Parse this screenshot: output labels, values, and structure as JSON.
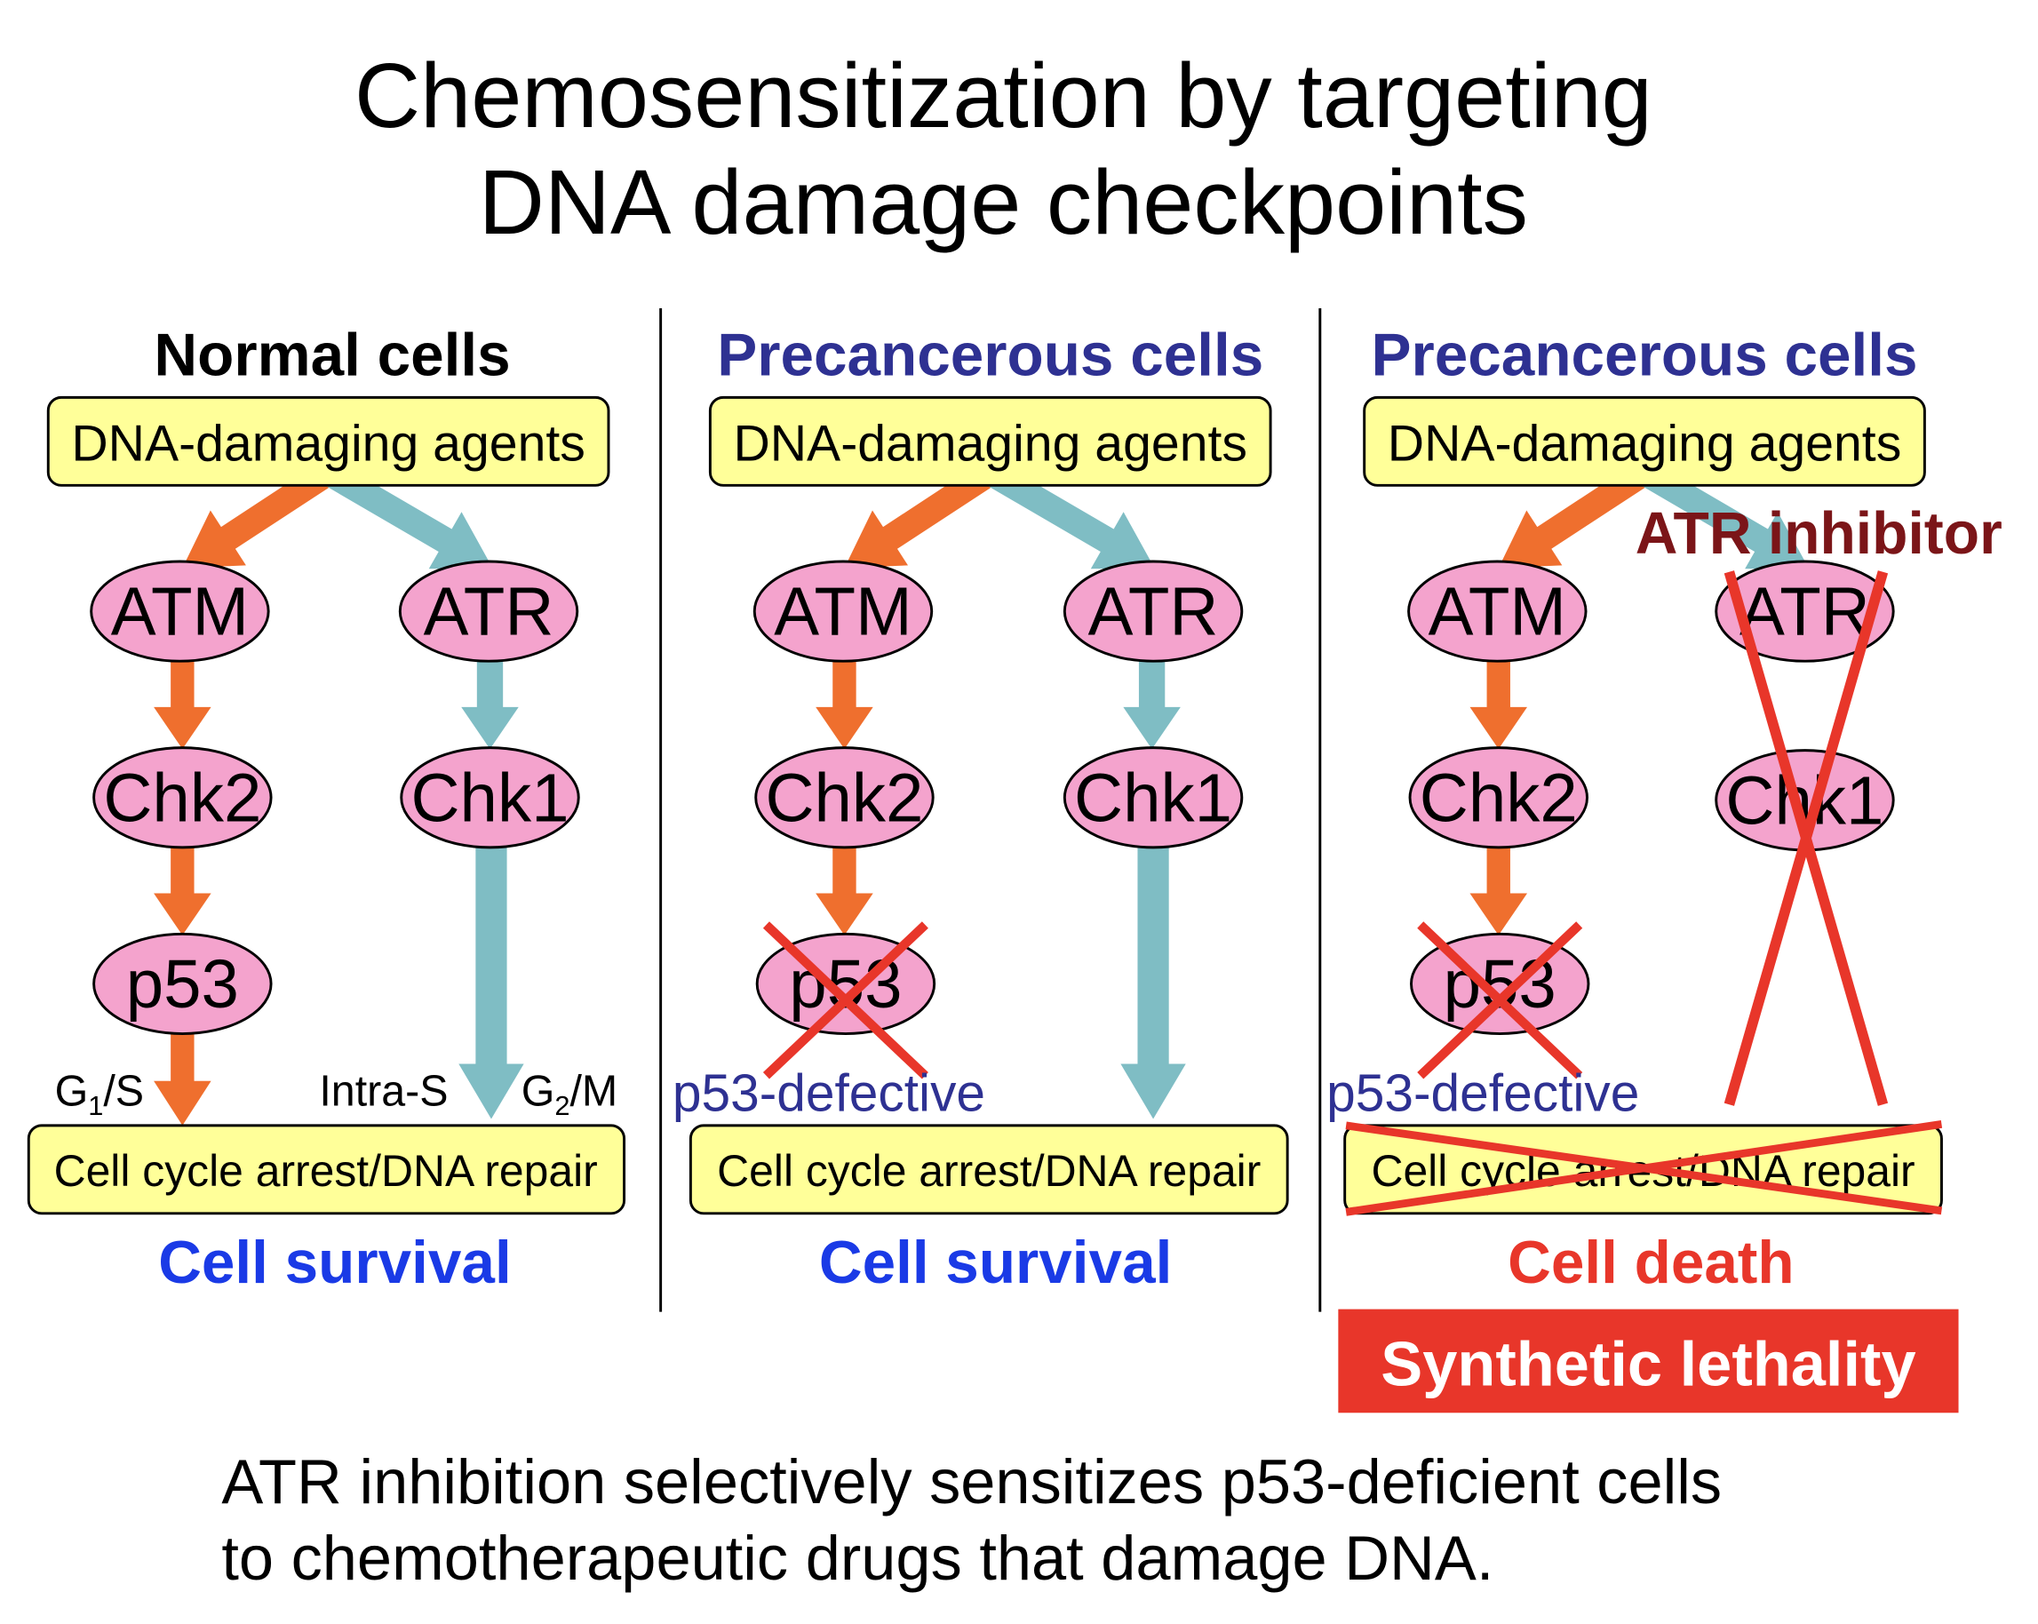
{
  "title": {
    "line1": "Chemosensitization by targeting",
    "line2": "DNA damage checkpoints"
  },
  "panels": [
    {
      "header": "Normal cells",
      "agent_box": "DNA-damaging agents",
      "nodes": {
        "atm": "ATM",
        "atr": "ATR",
        "chk2": "Chk2",
        "chk1": "Chk1",
        "p53": "p53"
      },
      "phase_labels": {
        "g1s": {
          "base": "G",
          "sub": "1",
          "tail": "/S"
        },
        "intra_s": "Intra-S",
        "g2m": {
          "base": "G",
          "sub": "2",
          "tail": "/M"
        }
      },
      "outcome_box": "Cell cycle arrest/DNA repair",
      "outcome": "Cell survival"
    },
    {
      "header": "Precancerous cells",
      "agent_box": "DNA-damaging agents",
      "nodes": {
        "atm": "ATM",
        "atr": "ATR",
        "chk2": "Chk2",
        "chk1": "Chk1",
        "p53": "p53"
      },
      "defect_label": "p53-defective",
      "outcome_box": "Cell cycle arrest/DNA repair",
      "outcome": "Cell survival"
    },
    {
      "header": "Precancerous cells",
      "agent_box": "DNA-damaging agents",
      "inhibitor_label": "ATR inhibitor",
      "nodes": {
        "atm": "ATM",
        "atr": "ATR",
        "chk2": "Chk2",
        "chk1": "Chk1",
        "p53": "p53"
      },
      "defect_label": "p53-defective",
      "outcome_box": "Cell cycle arrest/DNA repair",
      "outcome": "Cell death",
      "result_banner": "Synthetic lethality"
    }
  ],
  "footer": {
    "line1": "ATR inhibition selectively sensitizes p53-deficient cells",
    "line2": "to chemotherapeutic drugs that damage DNA."
  },
  "colors": {
    "agent_box": "#FFFF99",
    "node": "#F4A3CD",
    "atm_pathway": "#EF6F2E",
    "atr_pathway": "#7FBDC4",
    "survival": "#1A3AE6",
    "precancerous": "#2E3192",
    "death": "#E8362A",
    "inhibitor": "#7B1518"
  }
}
